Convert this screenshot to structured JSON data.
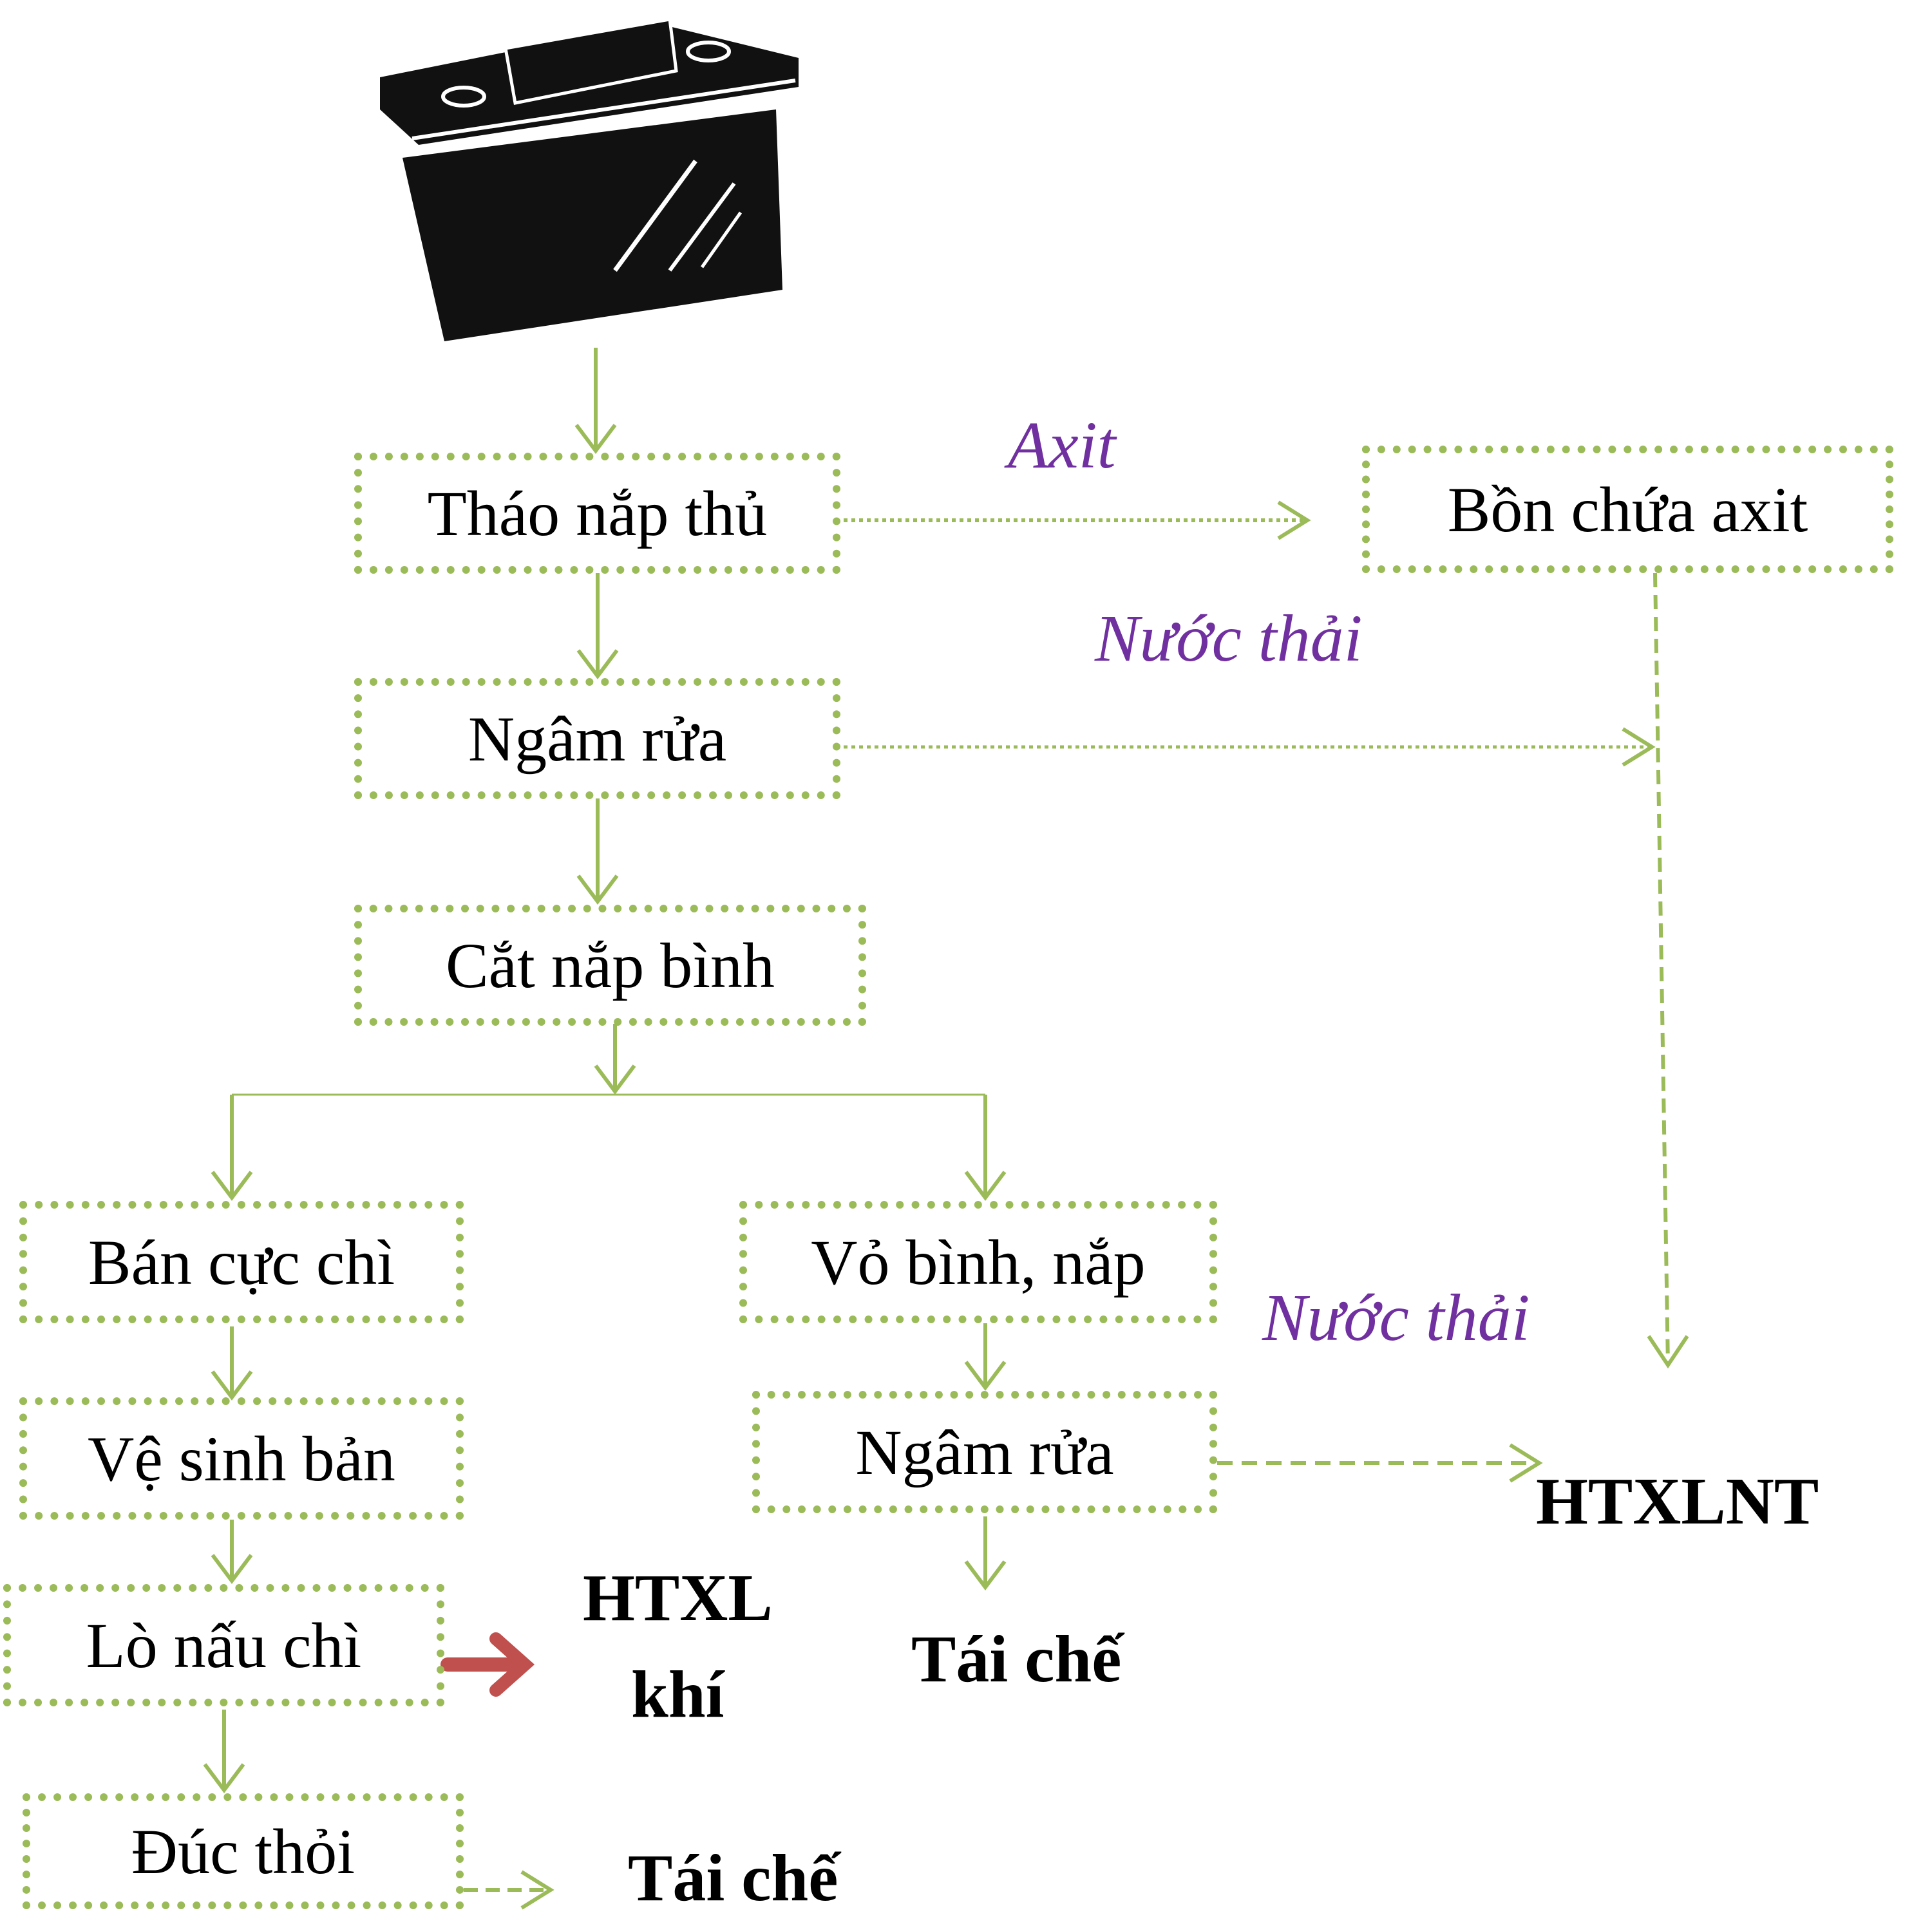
{
  "colors": {
    "arrow_green": "#9bbb59",
    "arrow_red": "#c0504d",
    "label_purple": "#7030a0",
    "battery": "#000000"
  },
  "icon": "battery-icon",
  "boxes": {
    "remove_cap": "Tháo nắp thủ",
    "acid_tank": "Bồn chứa axit",
    "soak_1": "Ngâm rửa",
    "cut_cap": "Cắt nắp bình",
    "lead_plates": "Bán cực chì",
    "shell_cap": "Vỏ bình, nắp",
    "clean_plates": "Vệ sinh bản",
    "soak_2": "Ngâm rửa",
    "smelter": "Lò nấu chì",
    "ingot": "Đúc thỏi"
  },
  "flow_labels": {
    "acid": "Axit",
    "wastewater_1": "Nước thải",
    "wastewater_2": "Nước thải"
  },
  "outputs": {
    "wwtp": "HTXLNT",
    "gas_1": "HTXL",
    "gas_2": "khí",
    "recycle_1": "Tái chế",
    "recycle_2": "Tái chế"
  }
}
